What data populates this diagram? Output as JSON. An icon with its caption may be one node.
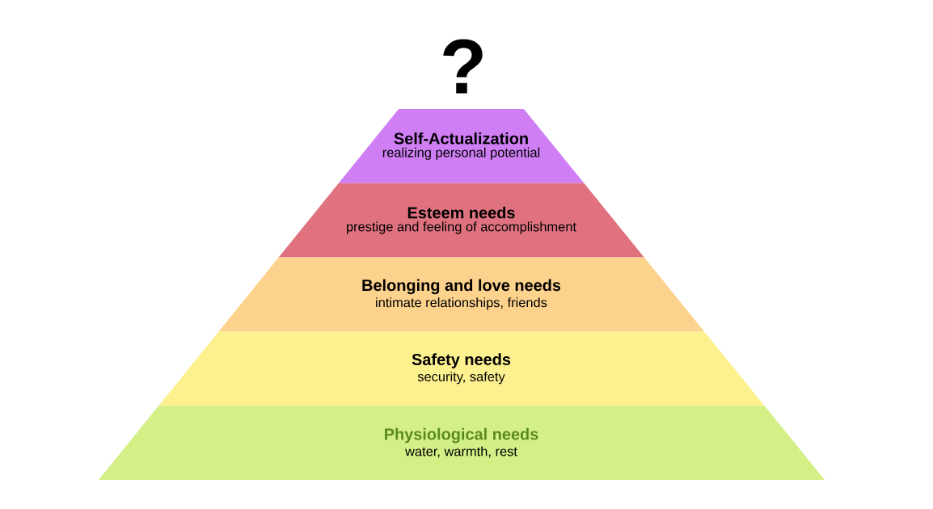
{
  "diagram": {
    "nodes": [
      {
        "text": [
          "Self-Actualization",
          "realizing personal potential"
        ]
      },
      {
        "text": [
          "Esteem needs",
          "prestige and feeling of accomplishment"
        ]
      },
      {
        "text": [
          "Belonging and love needs",
          "intimate relationships, friends"
        ]
      },
      {
        "text": [
          "Safety needs",
          "security, safety"
        ]
      },
      {
        "text": [
          "Physiological needs",
          "water, warmth, rest"
        ]
      }
    ],
    "labels": [
      "?"
    ]
  }
}
